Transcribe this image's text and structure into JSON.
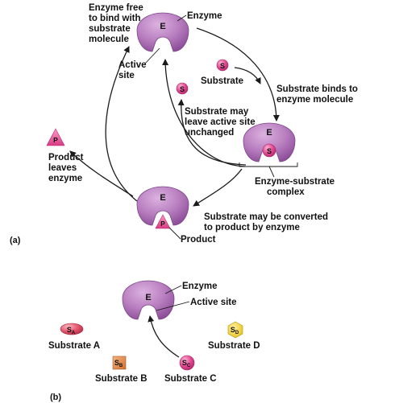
{
  "panel_a": {
    "tag": "(a)",
    "enzyme_letter": "E",
    "substrate_letter": "S",
    "product_letter": "P",
    "enzyme_free_lines": [
      "Enzyme free",
      "to bind with",
      "substrate",
      "molecule"
    ],
    "enzyme_label": "Enzyme",
    "active_site_lines": [
      "Active",
      "site"
    ],
    "substrate_label": "Substrate",
    "binds_lines": [
      "Substrate binds to",
      "enzyme molecule"
    ],
    "may_leave_lines": [
      "Substrate may",
      "leave active site",
      "unchanged"
    ],
    "complex_lines": [
      "Enzyme-substrate",
      "complex"
    ],
    "converted_lines": [
      "Substrate may be converted",
      "to product by enzyme"
    ],
    "product_label": "Product",
    "product_leaves_lines": [
      "Product",
      "leaves",
      "enzyme"
    ]
  },
  "panel_b": {
    "tag": "(b)",
    "enzyme_letter": "E",
    "enzyme_label": "Enzyme",
    "active_site_label": "Active site",
    "substrate_a": {
      "main": "S",
      "sub": "A",
      "label": "Substrate A"
    },
    "substrate_b": {
      "main": "S",
      "sub": "B",
      "label": "Substrate B"
    },
    "substrate_c": {
      "main": "S",
      "sub": "C",
      "label": "Substrate C"
    },
    "substrate_d": {
      "main": "S",
      "sub": "D",
      "label": "Substrate D"
    }
  },
  "colors": {
    "enzyme_fill": "#b97fc0",
    "enzyme_dark": "#8d4f99",
    "substrate_pink": "#e0458f",
    "substrate_a_red": "#e0526a",
    "substrate_b_orange": "#e08a4a",
    "substrate_d_yellow": "#f2d43a"
  }
}
